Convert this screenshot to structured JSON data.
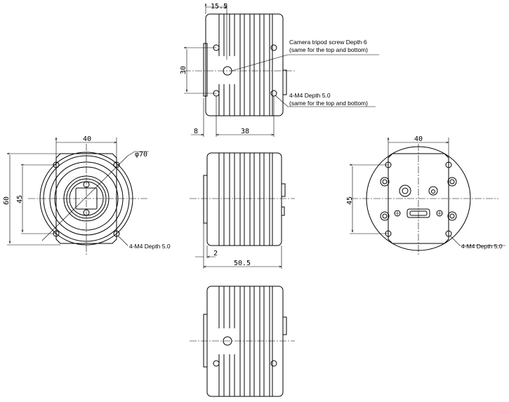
{
  "top_view": {
    "dim_offset": "15.5",
    "dim_height": "30",
    "dim_left": "8",
    "dim_width": "38",
    "note_tripod_line1": "Camera tripod screw Depth 6",
    "note_tripod_line2": "(same for the top and bottom)",
    "note_m4_line1": "4-M4 Depth 5.0",
    "note_m4_line2": "(same for the top and bottom)"
  },
  "front_view": {
    "dim_width": "40",
    "dim_diameter": "φ70",
    "dim_outer_height": "60",
    "dim_hole_height": "45",
    "note_m4": "4-M4 Depth 5.0"
  },
  "side_view": {
    "dim_flange": "2",
    "dim_length": "50.5"
  },
  "rear_view": {
    "dim_width": "40",
    "dim_height": "45",
    "note_m4": "4-M4 Depth 5.0"
  }
}
